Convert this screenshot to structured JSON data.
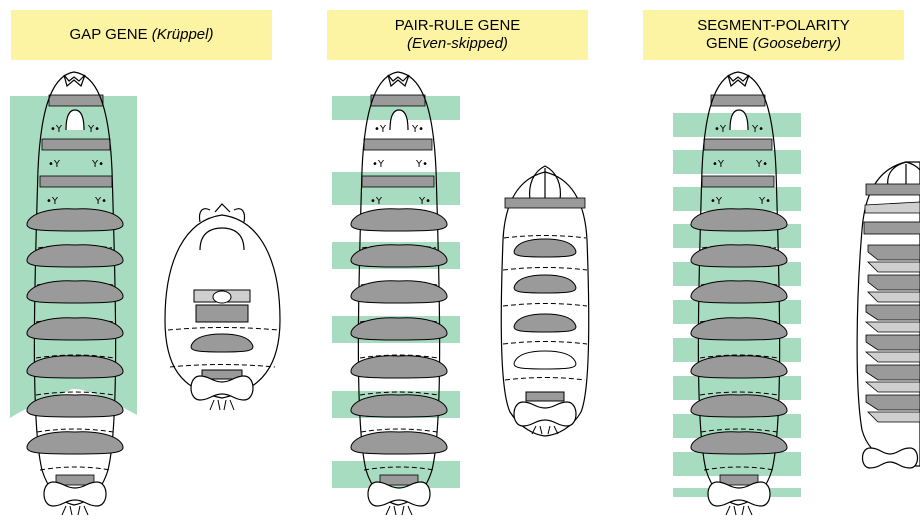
{
  "panels": [
    {
      "id": "gap",
      "label_text": "GAP GENE",
      "label_italic": "(Krüppel)"
    },
    {
      "id": "pair-rule",
      "label_line1": "PAIR-RULE GENE",
      "label_line2": "(Even-skipped)"
    },
    {
      "id": "segment-polarity",
      "label_line1": "SEGMENT-POLARITY",
      "label_line2_text": "GENE",
      "label_line2_italic": "(Gooseberry)"
    }
  ],
  "colors": {
    "label_background": "#fdf4a3",
    "expression_green": "#a8dcc0",
    "segment_gray": "#9a9a9a",
    "light_gray": "#cfcfcf",
    "outline": "#000000"
  }
}
